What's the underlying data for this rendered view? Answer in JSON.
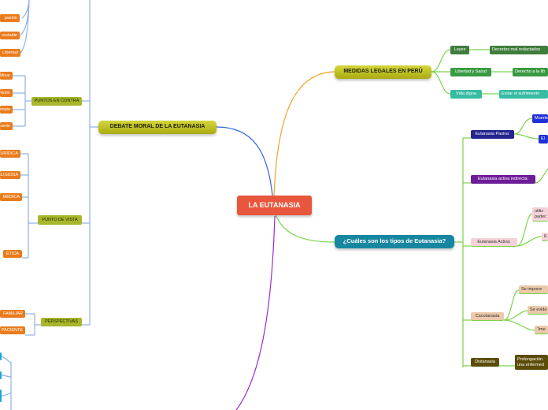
{
  "central": {
    "label": "LA EUTANASIA"
  },
  "debate": {
    "label": "DEBATE MORAL DE LA EUTANASIA",
    "puntos_en_contra": {
      "label": "PUNTOS EN CONTRA",
      "items": [
        "utilizar",
        "misión",
        "propia",
        "muerte"
      ]
    },
    "upper_items": [
      "pasión",
      "restable",
      "Libertad"
    ],
    "punto_de_vista": {
      "label": "PUNTO DE VISTA",
      "items": [
        "JURÍDICA",
        "RELIGIOSA",
        "MÉDICA",
        "ÉTICA"
      ]
    },
    "perspectivas": {
      "label": "PERSPECTIVAS",
      "items": [
        "FAMILIAR",
        "PACIENTE"
      ]
    }
  },
  "medidas": {
    "label": "MEDIDAS LEGALES EN PERÚ",
    "rows": [
      {
        "label": "Leyes",
        "child": "Decretos mal redactados"
      },
      {
        "label": "Libertad y Salud",
        "child": "Derecho a la lib"
      },
      {
        "label": "Vida digna",
        "child": "Evitar el sufrimiento"
      }
    ]
  },
  "tipos": {
    "label": "¿Cuáles son los tipos de Eutanasia?",
    "pasiva": {
      "label": "Eutanasia Pasiva:",
      "children": [
        "Muerte",
        "El"
      ]
    },
    "activa_indirecta": {
      "label": "Eutanasia activa indirecta:"
    },
    "activa": {
      "label": "Eutanasia  Activa:",
      "children": [
        "utiliz padec",
        "E"
      ]
    },
    "cacotanasia": {
      "label": "Cacotanasia",
      "children": [
        "Se impone",
        "Se evide",
        "“ime"
      ]
    },
    "distanasia": {
      "label": "Distanasia",
      "child": "Prolongación una enfermed"
    }
  },
  "colors": {
    "accent_central": "#e8563d",
    "link_orange": "#f1a22e",
    "link_green": "#7bd34a",
    "link_blue": "#2f66d8",
    "link_purple": "#9b2bd4",
    "link_light_blue": "#8fb0e6"
  }
}
